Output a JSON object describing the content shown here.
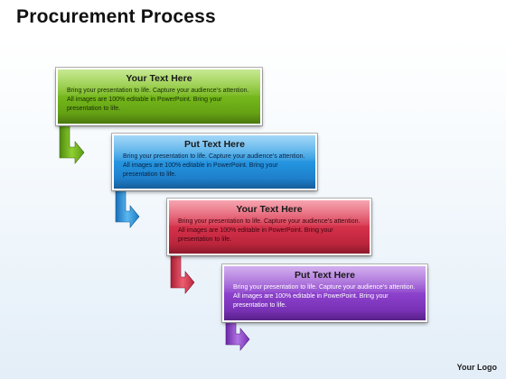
{
  "slide": {
    "title": "Procurement Process",
    "logo": "Your Logo"
  },
  "steps": [
    {
      "heading": "Your Text Here",
      "body": "Bring your presentation to life. Capture your audience’s attention. All images are 100% editable in PowerPoint. Bring your presentation to life.",
      "color": "#7cc026"
    },
    {
      "heading": "Put Text Here",
      "body": "Bring your presentation to life. Capture your audience’s attention. All images are 100% editable in PowerPoint. Bring your presentation to life.",
      "color": "#2b98e0"
    },
    {
      "heading": "Your Text Here",
      "body": "Bring your presentation to life. Capture your audience’s attention. All images are 100% editable in PowerPoint. Bring your presentation to life.",
      "color": "#d63a50"
    },
    {
      "heading": "Put Text Here",
      "body": "Bring your presentation to life. Capture your audience’s attention. All images are 100% editable in PowerPoint. Bring your presentation to life.",
      "color": "#8e44cc"
    }
  ]
}
